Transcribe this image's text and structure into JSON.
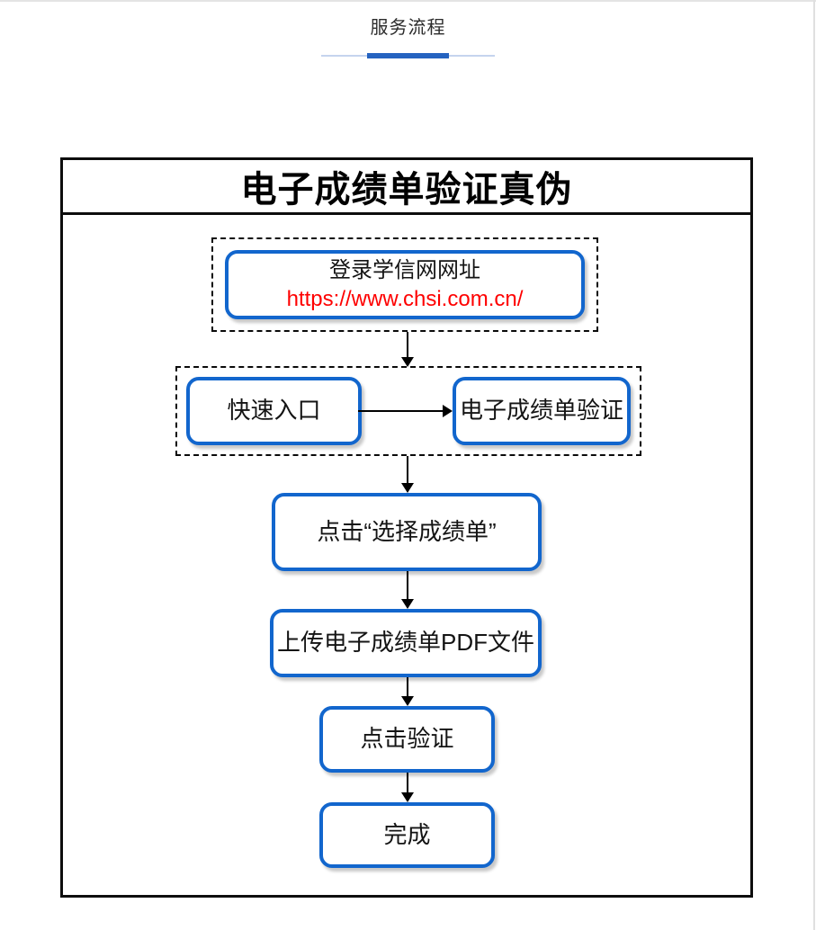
{
  "page": {
    "section_title": "服务流程"
  },
  "flowchart": {
    "title": "电子成绩单验证真伪",
    "steps": {
      "step1_line1": "登录学信网网址",
      "step1_line2": "https://www.chsi.com.cn/",
      "step2a": "快速入口",
      "step2b": "电子成绩单验证",
      "step3": "点击“选择成绩单”",
      "step4": "上传电子成绩单PDF文件",
      "step5": "点击验证",
      "step6": "完成"
    }
  },
  "colors": {
    "node_border": "#1266cd",
    "url_text": "#fe0000",
    "accent_dark": "#2563c0",
    "accent_light": "#c5d4ee",
    "frame_border": "#0d0d0d",
    "shadow": "#c8c8c8"
  }
}
